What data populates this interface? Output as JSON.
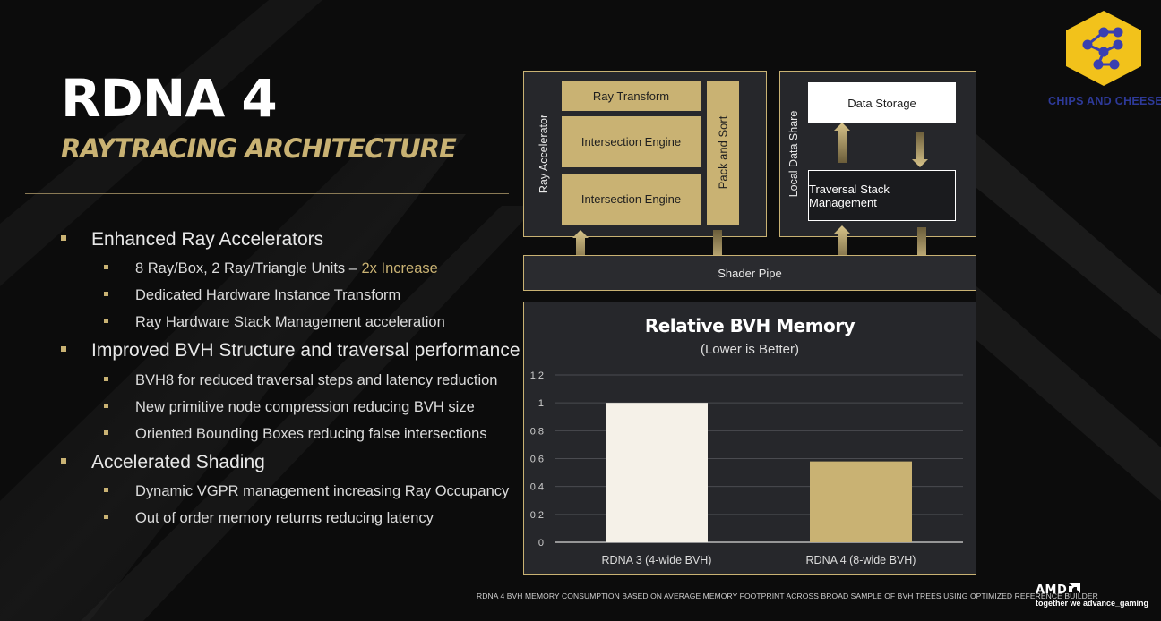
{
  "slide": {
    "title": "RDNA 4",
    "subtitle": "RAYTRACING ARCHITECTURE",
    "bullets": [
      {
        "level": 1,
        "text": "Enhanced Ray Accelerators"
      },
      {
        "level": 2,
        "text": "8 Ray/Box, 2 Ray/Triangle Units – ",
        "highlight": "2x Increase"
      },
      {
        "level": 2,
        "text": "Dedicated Hardware Instance Transform"
      },
      {
        "level": 2,
        "text": "Ray Hardware Stack Management acceleration"
      },
      {
        "level": 1,
        "text": "Improved BVH Structure and traversal performance"
      },
      {
        "level": 2,
        "text": "BVH8 for reduced traversal steps and latency reduction"
      },
      {
        "level": 2,
        "text": "New primitive node compression reducing  BVH size"
      },
      {
        "level": 2,
        "text": "Oriented Bounding Boxes reducing false intersections"
      },
      {
        "level": 1,
        "text": "Accelerated Shading"
      },
      {
        "level": 2,
        "text": "Dynamic VGPR management increasing Ray Occupancy"
      },
      {
        "level": 2,
        "text": "Out of order memory returns reducing latency"
      }
    ],
    "accent_color": "#c9b273"
  },
  "diagram": {
    "ray_accelerator_label": "Ray Accelerator",
    "ray_transform": "Ray Transform",
    "intersection_engine_1": "Intersection Engine",
    "intersection_engine_2": "Intersection Engine",
    "pack_and_sort": "Pack and Sort",
    "local_data_share_label": "Local Data Share",
    "data_storage": "Data Storage",
    "traversal_stack": "Traversal Stack Management",
    "shader_pipe": "Shader Pipe"
  },
  "chart_data": {
    "type": "bar",
    "title": "Relative BVH Memory",
    "subtitle": "(Lower is Better)",
    "categories": [
      "RDNA 3 (4-wide BVH)",
      "RDNA 4 (8-wide BVH)"
    ],
    "values": [
      1.0,
      0.58
    ],
    "bar_colors": [
      "#f5f1e8",
      "#c9b273"
    ],
    "ylim": [
      0,
      1.2
    ],
    "yticks": [
      "0",
      "0.2",
      "0.4",
      "0.6",
      "0.8",
      "1",
      "1.2"
    ],
    "grid": true
  },
  "branding": {
    "watermark": "CHIPS AND CHEESE",
    "footnote": "RDNA 4 BVH MEMORY CONSUMPTION BASED ON AVERAGE MEMORY FOOTPRINT ACROSS BROAD SAMPLE OF BVH TREES USING OPTIMIZED REFERENCE BUILDER",
    "amd_logo": "AMD",
    "tagline": "together we advance_gaming"
  }
}
